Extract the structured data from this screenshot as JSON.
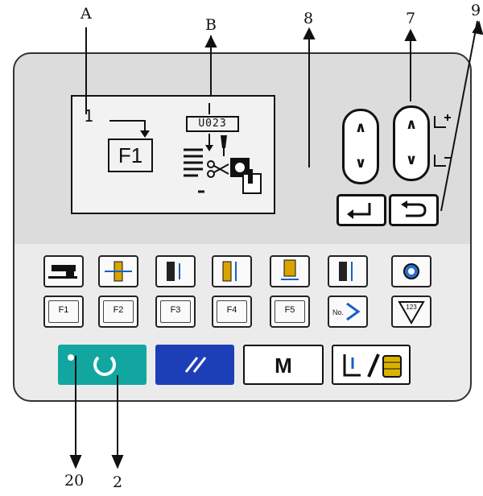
{
  "callouts": {
    "A": "A",
    "B": "B",
    "n8": "8",
    "n7": "7",
    "n9": "9",
    "n20": "20",
    "n2": "2"
  },
  "lcd": {
    "pattern_number": "1",
    "function_key_label": "F1",
    "user_program_code": "U023"
  },
  "keys": {
    "function_keys": [
      "F1",
      "F2",
      "F3",
      "F4",
      "F5"
    ],
    "number_key": "No.",
    "counter_key": "123",
    "mode_key": "M"
  },
  "colors": {
    "ready_key": "#12a6a0",
    "reset_key": "#1c3fb8",
    "panel_top": "#dcdcdc",
    "panel_bottom": "#ebebeb"
  }
}
